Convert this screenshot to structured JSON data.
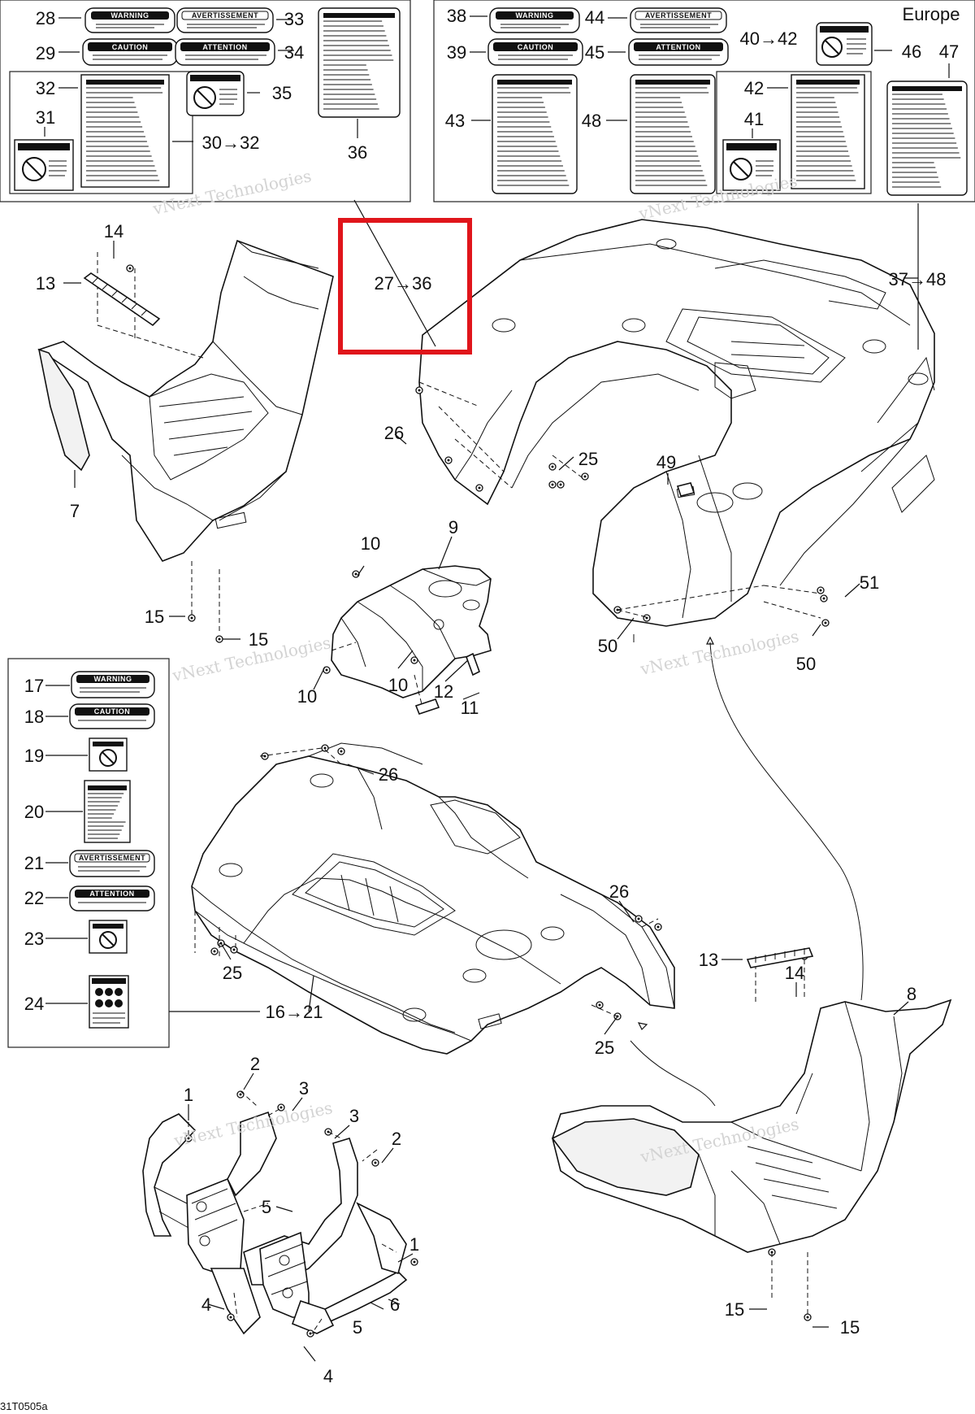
{
  "diagram": {
    "region_label": "Europe",
    "drawing_code": "31T0505a",
    "watermark_text": "vNext Technologies",
    "decal_texts": {
      "warning": "WARNING",
      "caution": "CAUTION",
      "avertissement": "AVERTISSEMENT",
      "attention": "ATTENTION"
    },
    "highlight": {
      "label": "27→36",
      "color": "#e0151b"
    },
    "callouts": {
      "c28": "28",
      "c29": "29",
      "c33": "33",
      "c34": "34",
      "c32": "32",
      "c31": "31",
      "c35": "35",
      "c30_32": "30→32",
      "c36": "36",
      "c38": "38",
      "c39": "39",
      "c44": "44",
      "c45": "45",
      "c40_42": "40→42",
      "c46": "46",
      "c47": "47",
      "c42": "42",
      "c43": "43",
      "c48": "48",
      "c41": "41",
      "c37_48": "37→48",
      "c14a": "14",
      "c13a": "13",
      "c7": "7",
      "c15a": "15",
      "c15b": "15",
      "c26a": "26",
      "c25a": "25",
      "c49": "49",
      "c9": "9",
      "c10a": "10",
      "c10b": "10",
      "c10c": "10",
      "c12": "12",
      "c11": "11",
      "c51": "51",
      "c50a": "50",
      "c50b": "50",
      "c17": "17",
      "c18": "18",
      "c19": "19",
      "c20": "20",
      "c21": "21",
      "c22": "22",
      "c23": "23",
      "c24": "24",
      "c16_21": "16→21",
      "c26b": "26",
      "c25b": "25",
      "c26c": "26",
      "c25c": "25",
      "c14b": "14",
      "c13b": "13",
      "c8": "8",
      "c1a": "1",
      "c2a": "2",
      "c3a": "3",
      "c3b": "3",
      "c2b": "2",
      "c5a": "5",
      "c1b": "1",
      "c4a": "4",
      "c5b": "5",
      "c6": "6",
      "c4b": "4",
      "c15c": "15",
      "c15d": "15"
    }
  }
}
